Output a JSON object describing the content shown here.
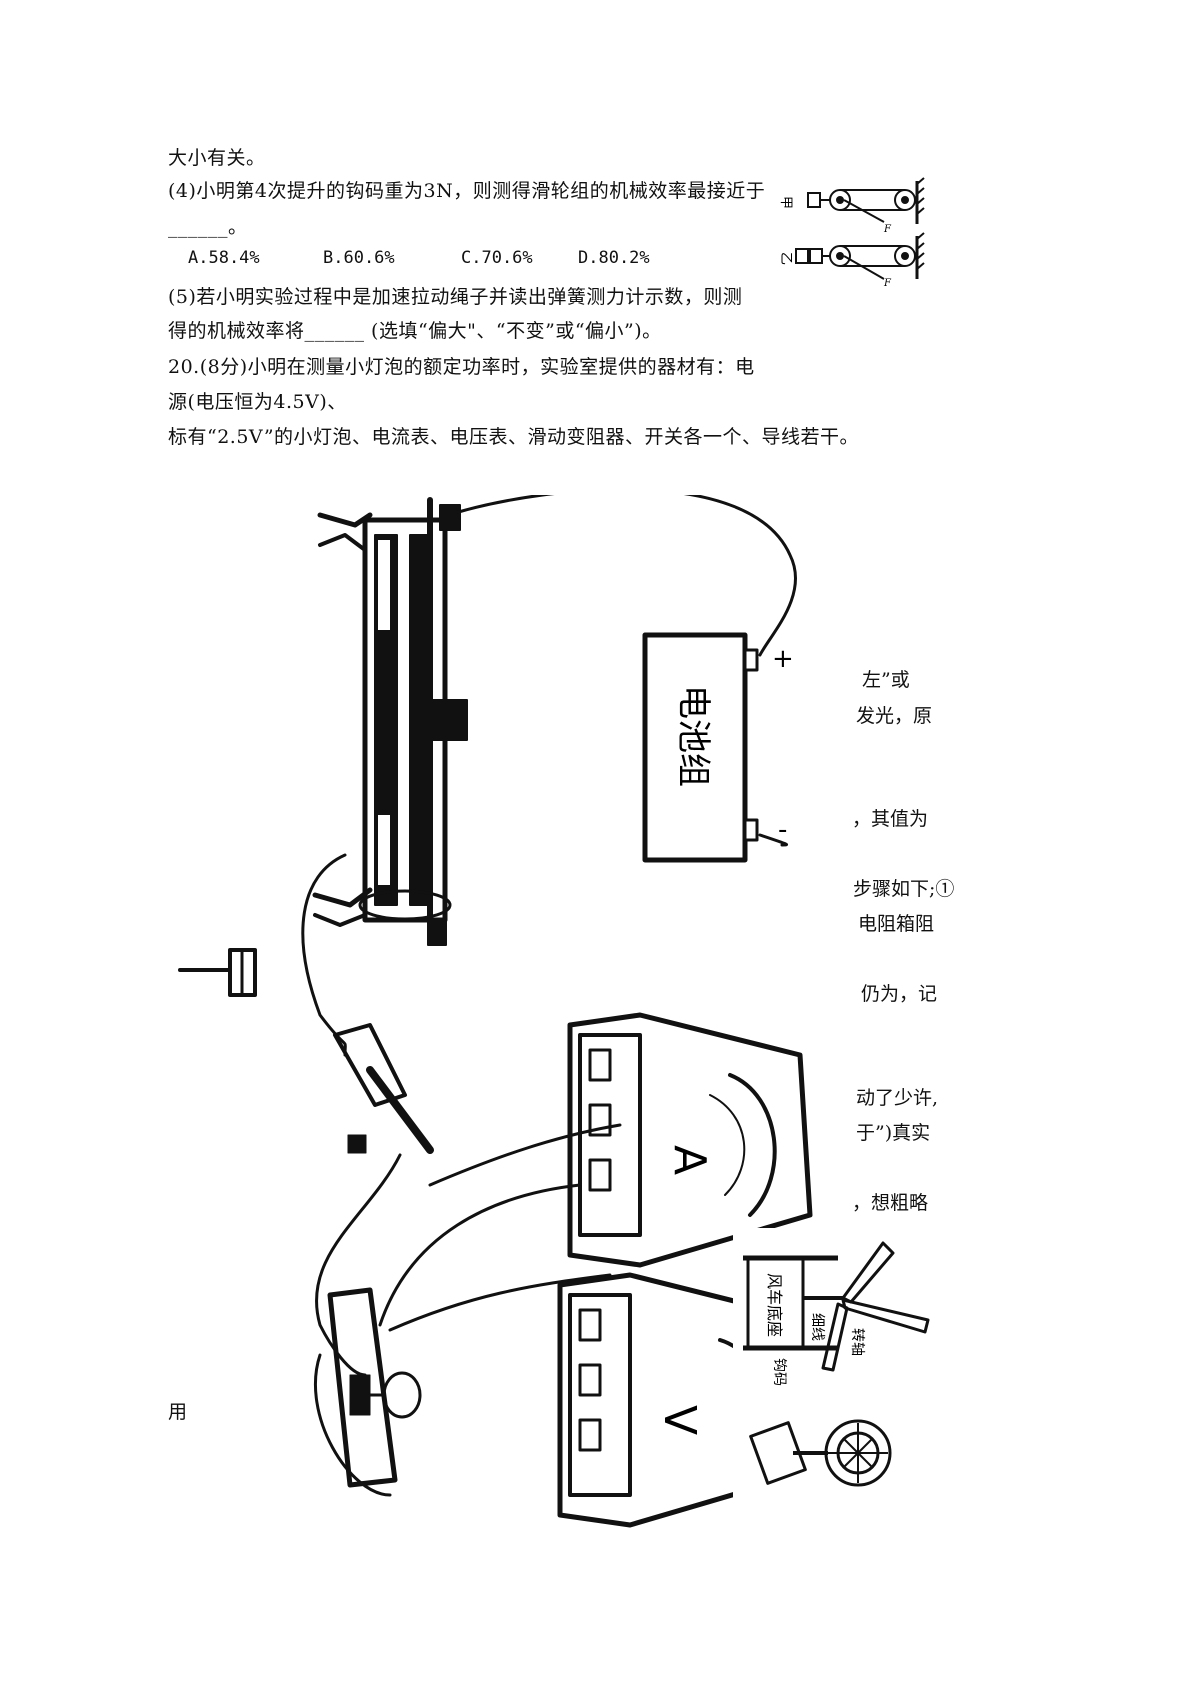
{
  "text": {
    "line1": "大小有关。",
    "line2": "(4)小明第4次提升的钩码重为3N，则测得滑轮组的机械效率最接近于",
    "line3": "______。",
    "options": [
      "A.58.4%",
      "B.60.6%",
      "C.70.6%",
      "D.80.2%"
    ],
    "line5": "(5)若小明实验过程中是加速拉动绳子并读出弹簧测力计示数，则测",
    "line6": "得的机械效率将______ (选填“偏大\"、“不变”或“偏小”)。",
    "line7": "20.(8分)小明在测量小灯泡的额定功率时，实验室提供的器材有：电",
    "line8": "源(电压恒为4.5V)、",
    "line9": "标有“2.5V”的小灯泡、电流表、电压表、滑动变阻器、开关各一个、导线若干。",
    "bottom_left": "用"
  },
  "fragments": [
    "左”或",
    "发光，原",
    "，其值为",
    "步骤如下;①",
    "电阻箱阻",
    "仍为，记",
    "动了少许,",
    "于”)真实",
    "，想粗略"
  ],
  "figure_labels": {
    "pulley_1": "甲",
    "pulley_2": "乙",
    "pulley_force": "F",
    "battery": "电池组",
    "battery_plus": "+",
    "battery_minus": "-",
    "ammeter": "A",
    "voltmeter": "V",
    "switch_label": "",
    "fan_base": "风车底座",
    "fan_thread": "细线",
    "fan_axle": "转轴",
    "fan_weight": "钩码"
  }
}
